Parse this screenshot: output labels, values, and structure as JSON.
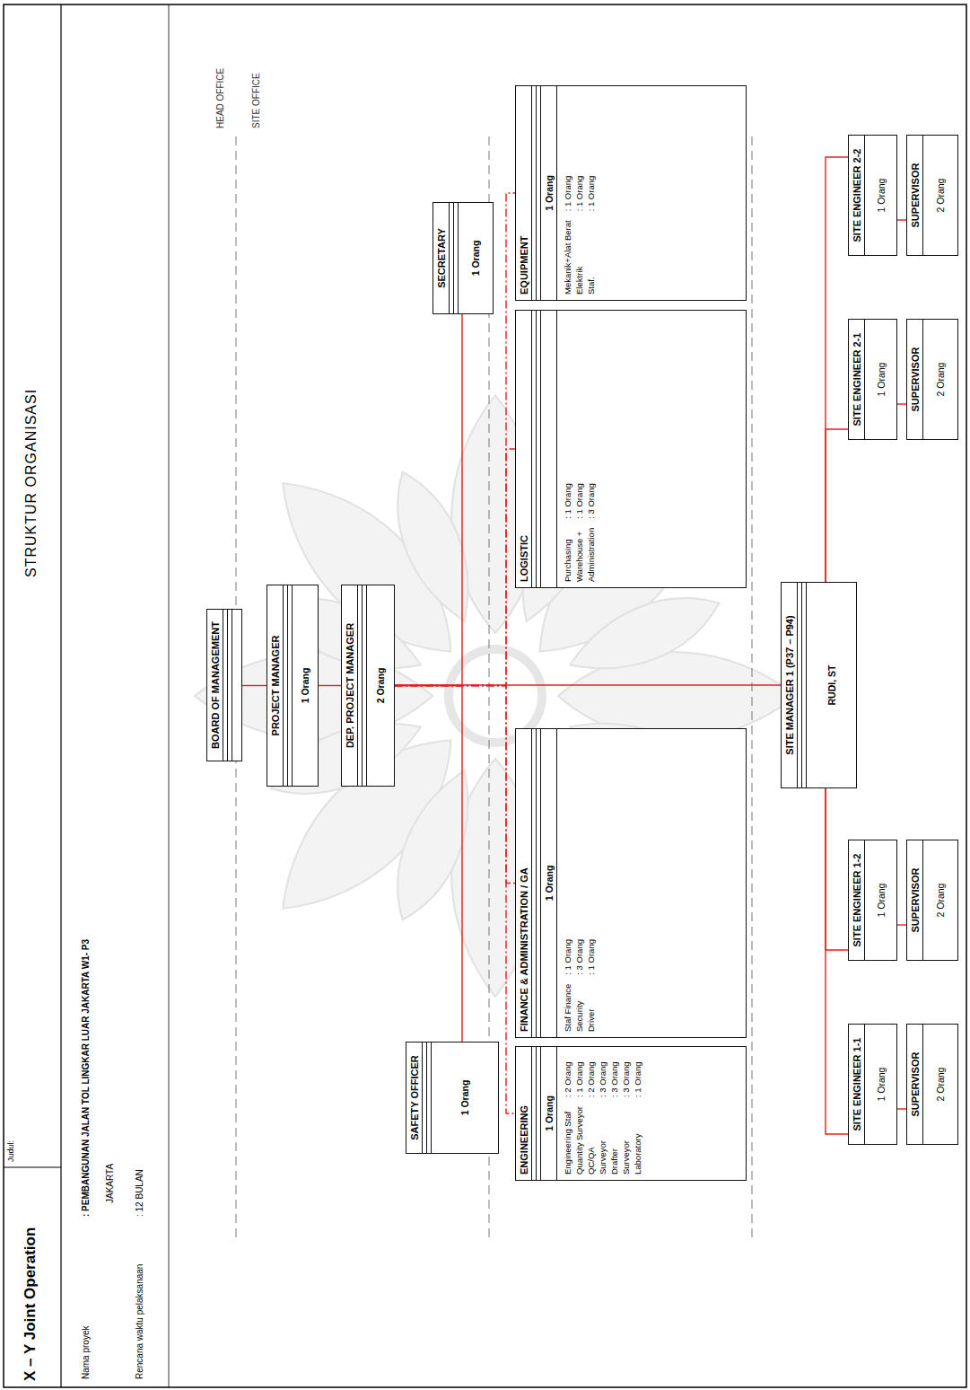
{
  "diagram": {
    "title": "STRUKTUR ORGANISASI",
    "nodes": [
      {
        "text": [
          "BOARD OF MANAGEMENT"
        ]
      },
      {
        "text": [
          "PROJECT MANAGER",
          "1 Orang"
        ]
      },
      {
        "text": [
          "DEP. PROJECT MANAGER",
          "2 Orang"
        ]
      },
      {
        "text": [
          "SAFETY OFFICER",
          "1 Orang"
        ]
      },
      {
        "text": [
          "SECRETARY",
          "1 Orang"
        ]
      },
      {
        "text": [
          "ENGINEERING",
          "1 Orang",
          "Engineering Staf",
          ": 2 Orang",
          "Quantity Surveyor",
          ": 1 Orang",
          "QC/QA",
          ": 2 Orang",
          "Surveyor",
          ": 3 Orang",
          "Drafter",
          ": 3 Orang",
          "Surveyor",
          ": 3 Orang",
          "Laboratory",
          ": 1 Orang"
        ]
      },
      {
        "text": [
          "FINANCE & ADMINISTRATION / GA",
          "1 Orang",
          "Staf Finance",
          ": 1 Orang",
          "Security",
          ": 3 Orang",
          "Driver",
          ": 1 Orang"
        ]
      },
      {
        "text": [
          "LOGISTIC",
          "Purchasing",
          ": 1 Orang",
          "Warehouse +",
          ": 1 Orang",
          "Administration",
          ": 3 Orang"
        ]
      },
      {
        "text": [
          "EQUIPMENT",
          "1 Orang",
          "Mekanik+Alat Berat",
          ": 1 Orang",
          "Elektrik",
          ": 1 Orang",
          "Staf.",
          ": 1 Orang"
        ]
      },
      {
        "text": [
          "SITE MANAGER 1 (P37 – P94)",
          "RUDI, ST"
        ]
      },
      {
        "text": [
          "SITE ENGINEER 1-1",
          "1 Orang"
        ]
      },
      {
        "text": [
          "SUPERVISOR",
          "2 Orang"
        ]
      },
      {
        "text": [
          "SITE ENGINEER 1-2",
          "1 Orang"
        ]
      },
      {
        "text": [
          "SUPERVISOR",
          "2 Orang"
        ]
      },
      {
        "text": [
          "SITE ENGINEER 2-1",
          "1 Orang"
        ]
      },
      {
        "text": [
          "SUPERVISOR",
          "2 Orang"
        ]
      },
      {
        "text": [
          "SITE ENGINEER 2-2",
          "1 Orang"
        ]
      },
      {
        "text": [
          "SUPERVISOR",
          "2 Orang"
        ]
      }
    ],
    "edges": [
      {
        "from": 0,
        "to": 1,
        "arrow": "none"
      },
      {
        "from": 1,
        "to": 2,
        "arrow": "none"
      },
      {
        "from": 2,
        "to": 3,
        "arrow": "none"
      },
      {
        "from": 2,
        "to": 4,
        "arrow": "none"
      },
      {
        "from": 2,
        "to": 5,
        "arrow": "none"
      },
      {
        "from": 2,
        "to": 6,
        "arrow": "none"
      },
      {
        "from": 2,
        "to": 7,
        "arrow": "none"
      },
      {
        "from": 2,
        "to": 8,
        "arrow": "none"
      },
      {
        "from": 2,
        "to": 9,
        "arrow": "none"
      },
      {
        "from": 9,
        "to": 10,
        "arrow": "none"
      },
      {
        "from": 10,
        "to": 11,
        "arrow": "none"
      },
      {
        "from": 9,
        "to": 12,
        "arrow": "none"
      },
      {
        "from": 12,
        "to": 13,
        "arrow": "none"
      },
      {
        "from": 9,
        "to": 14,
        "arrow": "none"
      },
      {
        "from": 14,
        "to": 15,
        "arrow": "none"
      },
      {
        "from": 9,
        "to": 16,
        "arrow": "none"
      },
      {
        "from": 16,
        "to": 17,
        "arrow": "none"
      }
    ],
    "labels": [
      "X – Y Joint Operation",
      "Judul:",
      "Nama proyek",
      ": PEMBANGUNAN JALAN TOL LINGKAR LUAR JAKARTA W1- P3",
      "JAKARTA",
      "Rencana waktu pelaksanaan",
      ": 12 BULAN",
      "HEAD OFFICE",
      "SITE OFFICE"
    ]
  }
}
